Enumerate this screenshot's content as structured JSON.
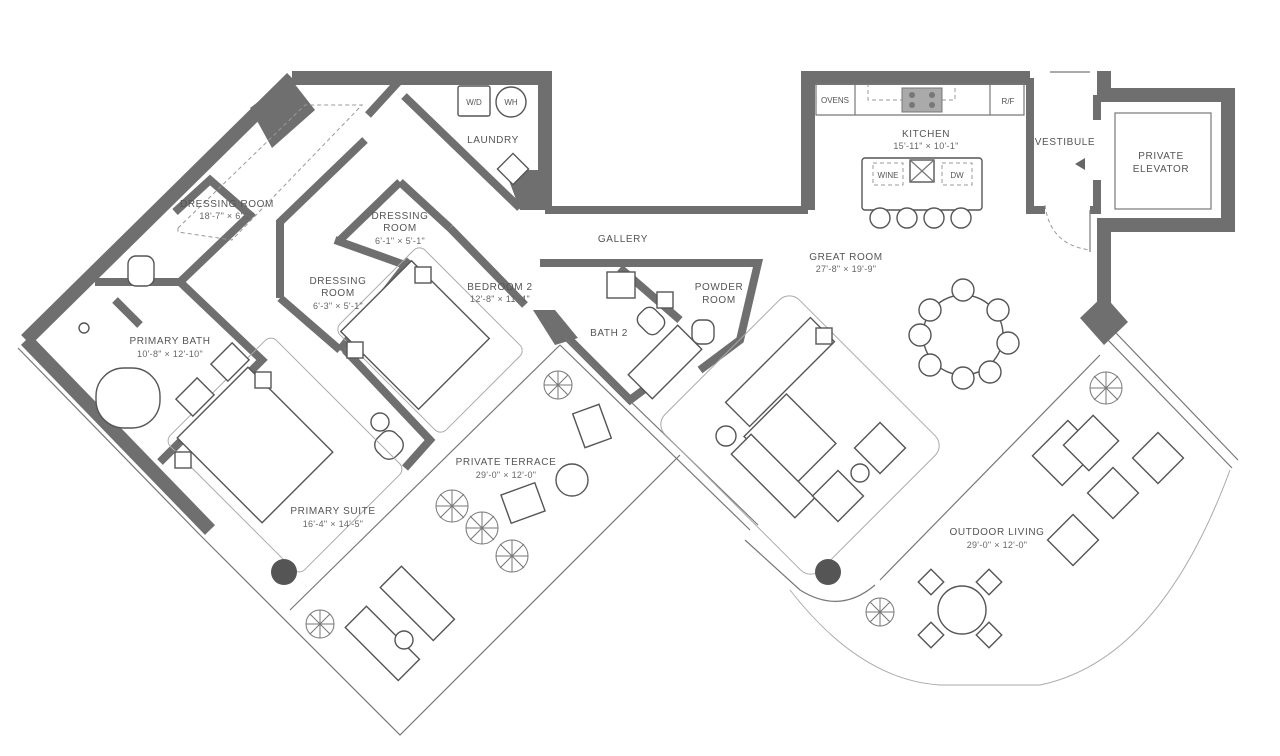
{
  "rooms": {
    "dressing_room": {
      "name": "DRESSING ROOM",
      "dims": "18'-7\" × 6'-2\""
    },
    "laundry": {
      "name": "LAUNDRY"
    },
    "dressing_room_2a": {
      "name1": "DRESSING",
      "name2": "ROOM",
      "dims": "6'-1\" × 5'-1\""
    },
    "dressing_room_2b": {
      "name1": "DRESSING",
      "name2": "ROOM",
      "dims": "6'-3\" × 5'-1\""
    },
    "bedroom_2": {
      "name": "BEDROOM 2",
      "dims": "12'-8\" × 11'-4\""
    },
    "primary_bath": {
      "name": "PRIMARY BATH",
      "dims": "10'-8\" × 12'-10\""
    },
    "primary_suite": {
      "name": "PRIMARY SUITE",
      "dims": "16'-4\" × 14'-5\""
    },
    "gallery": {
      "name": "GALLERY"
    },
    "bath_2": {
      "name": "BATH 2"
    },
    "powder_room": {
      "name1": "POWDER",
      "name2": "ROOM"
    },
    "private_terrace": {
      "name": "PRIVATE TERRACE",
      "dims": "29'-0\" × 12'-0\""
    },
    "kitchen": {
      "name": "KITCHEN",
      "dims": "15'-11\" × 10'-1\""
    },
    "vestibule": {
      "name": "VESTIBULE"
    },
    "private_elevator": {
      "name1": "PRIVATE",
      "name2": "ELEVATOR"
    },
    "great_room": {
      "name": "GREAT ROOM",
      "dims": "27'-8\" × 19'-9\""
    },
    "outdoor_living": {
      "name": "OUTDOOR LIVING",
      "dims": "29'-0\" × 12'-0\""
    }
  },
  "fixtures": {
    "wd": "W/D",
    "wh": "WH",
    "ovens": "OVENS",
    "rf": "R/F",
    "wine": "WINE",
    "dw": "DW"
  }
}
